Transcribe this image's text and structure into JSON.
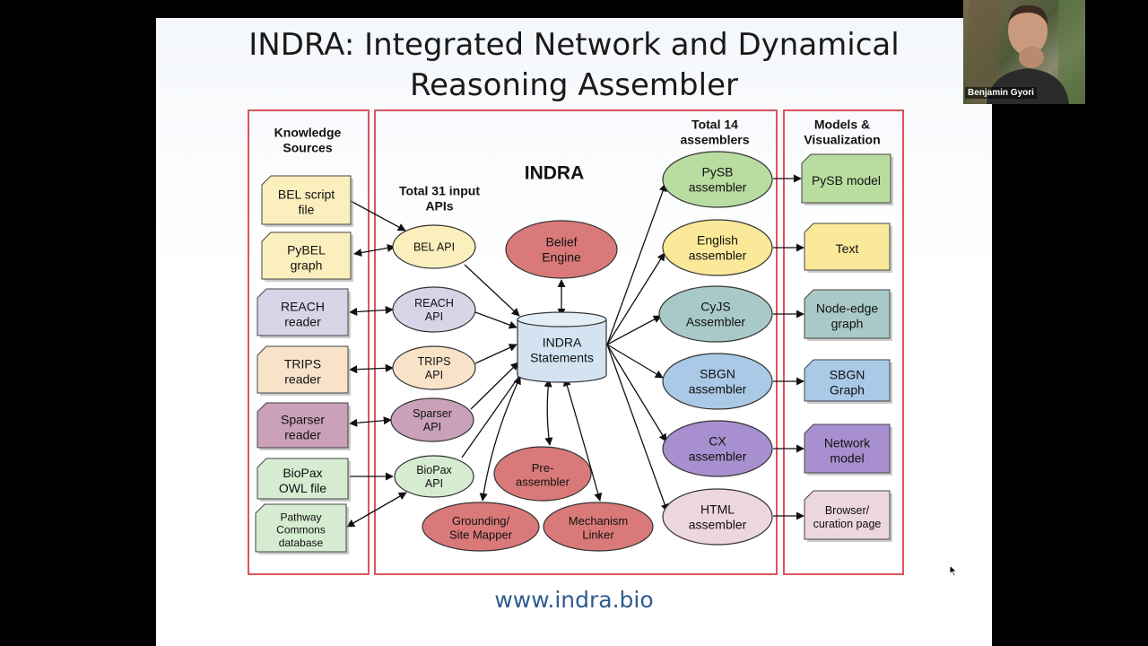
{
  "slide": {
    "title_line1": "INDRA: Integrated Network and Dynamical",
    "title_line2": "Reasoning Assembler",
    "website": "www.indra.bio"
  },
  "video": {
    "participant_name": "Benjamin Gyori"
  },
  "diagram": {
    "columns": {
      "sources_header": [
        "Knowledge",
        "Sources"
      ],
      "indra_label": "INDRA",
      "apis_header": [
        "Total 31 input",
        "APIs"
      ],
      "assemblers_header": [
        "Total 14",
        "assemblers"
      ],
      "models_header": [
        "Models &",
        "Visualization"
      ]
    },
    "sources": [
      {
        "lines": [
          "BEL script",
          "file"
        ],
        "color": "#fbf0bd"
      },
      {
        "lines": [
          "PyBEL",
          "graph"
        ],
        "color": "#fbf0bd"
      },
      {
        "lines": [
          "REACH",
          "reader"
        ],
        "color": "#d6d5e8"
      },
      {
        "lines": [
          "TRIPS",
          "reader"
        ],
        "color": "#f9e3c8"
      },
      {
        "lines": [
          "Sparser",
          "reader"
        ],
        "color": "#caa1b8"
      },
      {
        "lines": [
          "BioPax",
          "OWL file"
        ],
        "color": "#d6ecd1"
      },
      {
        "lines": [
          "Pathway",
          "Commons",
          "database"
        ],
        "color": "#d6ecd1"
      }
    ],
    "apis": [
      {
        "lines": [
          "BEL API"
        ],
        "color": "#fbf0bd"
      },
      {
        "lines": [
          "REACH",
          "API"
        ],
        "color": "#d6d5e8"
      },
      {
        "lines": [
          "TRIPS",
          "API"
        ],
        "color": "#f9e3c8"
      },
      {
        "lines": [
          "Sparser",
          "API"
        ],
        "color": "#caa1b8"
      },
      {
        "lines": [
          "BioPax",
          "API"
        ],
        "color": "#d6ecd1"
      }
    ],
    "core": {
      "statements": [
        "INDRA",
        "Statements"
      ],
      "belief": [
        "Belief",
        "Engine"
      ],
      "preassembler": [
        "Pre-",
        "assembler"
      ],
      "grounding": [
        "Grounding/",
        "Site Mapper"
      ],
      "mechanism": [
        "Mechanism",
        "Linker"
      ],
      "process_color": "#da7979",
      "db_color": "#d3e3f1"
    },
    "assemblers": [
      {
        "lines": [
          "PySB",
          "assembler"
        ],
        "color": "#b9dca0"
      },
      {
        "lines": [
          "English",
          "assembler"
        ],
        "color": "#fbe99a"
      },
      {
        "lines": [
          "CyJS",
          "Assembler"
        ],
        "color": "#a8c9c8"
      },
      {
        "lines": [
          "SBGN",
          "assembler"
        ],
        "color": "#a9c9e6"
      },
      {
        "lines": [
          "CX",
          "assembler"
        ],
        "color": "#a88fcf"
      },
      {
        "lines": [
          "HTML",
          "assembler"
        ],
        "color": "#ecd7dc"
      }
    ],
    "models": [
      {
        "lines": [
          "PySB model"
        ],
        "color": "#b9dca0"
      },
      {
        "lines": [
          "Text"
        ],
        "color": "#fbe99a"
      },
      {
        "lines": [
          "Node-edge",
          "graph"
        ],
        "color": "#a8c9c8"
      },
      {
        "lines": [
          "SBGN",
          "Graph"
        ],
        "color": "#a9c9e6"
      },
      {
        "lines": [
          "Network",
          "model"
        ],
        "color": "#a88fcf"
      },
      {
        "lines": [
          "Browser/",
          "curation page"
        ],
        "color": "#ecd7dc"
      }
    ],
    "frame_color": "#d9434a"
  }
}
